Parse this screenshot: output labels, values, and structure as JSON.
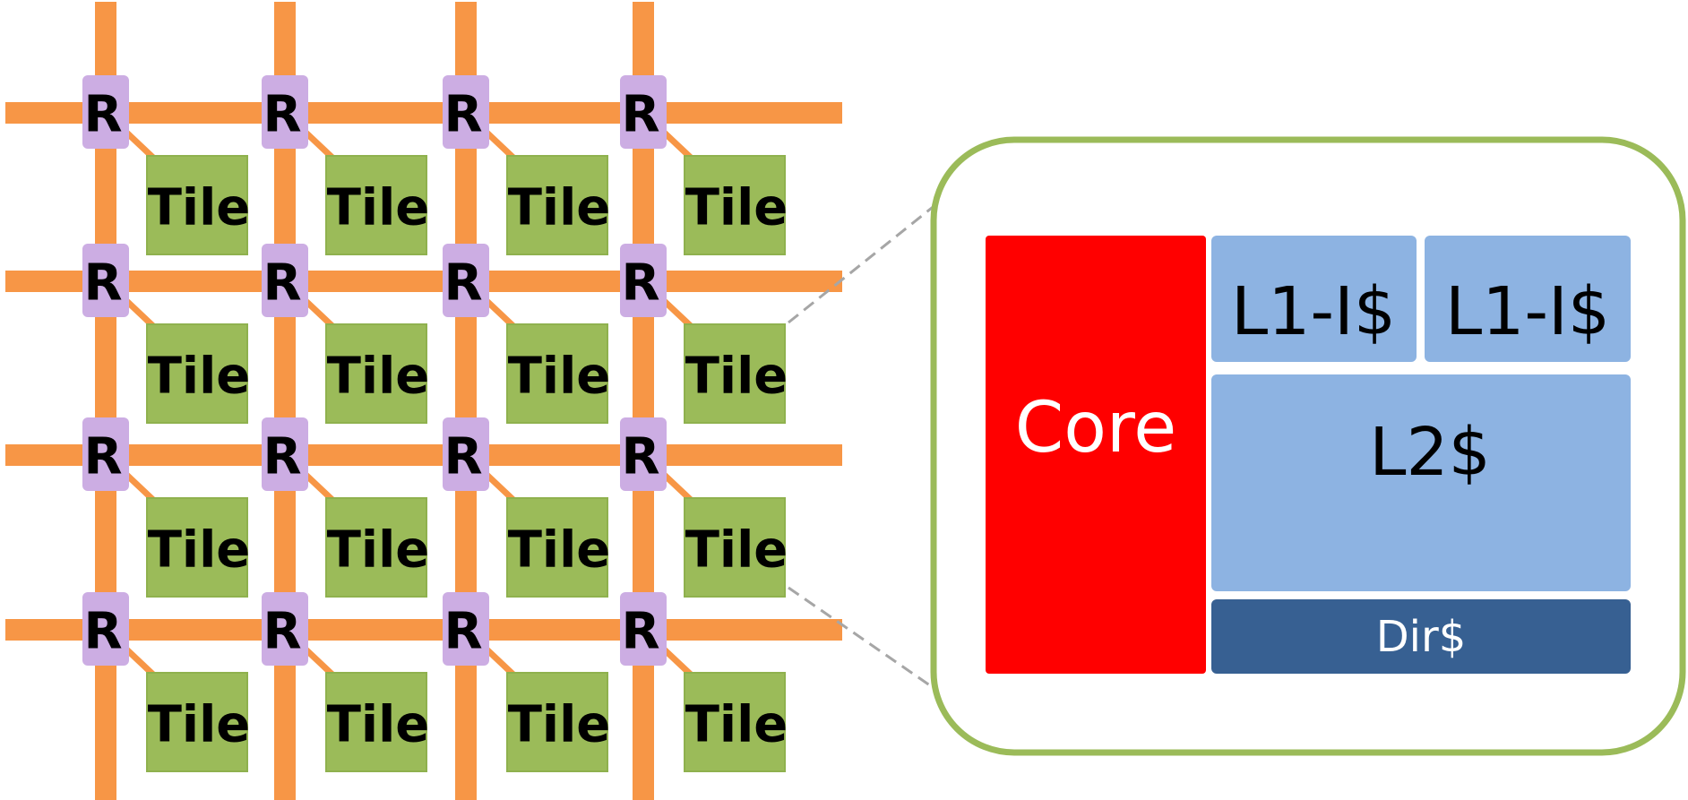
{
  "mesh": {
    "rows": 4,
    "cols": 4,
    "router_label": "R",
    "tile_label": "Tile"
  },
  "detail": {
    "core_label": "Core",
    "l1_left_label": "L1-I$",
    "l1_right_label": "L1-I$",
    "l2_label": "L2$",
    "dir_label": "Dir$"
  },
  "colors": {
    "link": "#F79646",
    "router": "#CCADE3",
    "tile": "#9BBB59",
    "tile_border": "#8FB14E",
    "core": "#FF0000",
    "cache": "#8DB3E2",
    "dir": "#376092",
    "callout_border": "#9BBB59",
    "connector": "#A6A6A6"
  }
}
